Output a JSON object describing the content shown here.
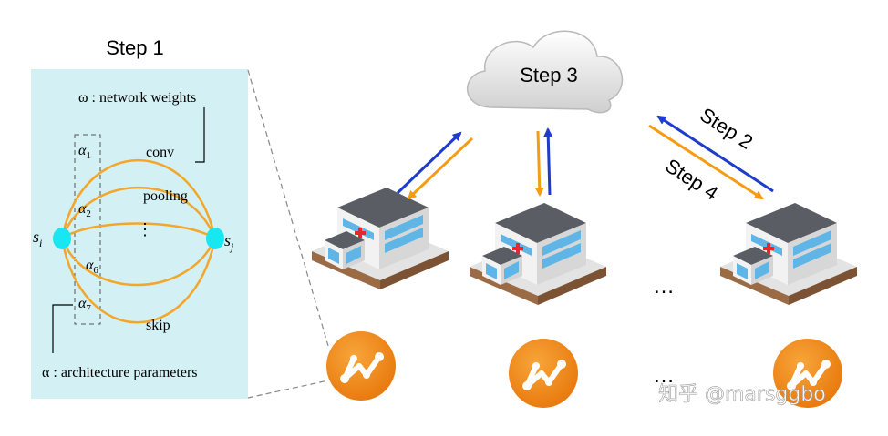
{
  "step1": {
    "title": "Step 1",
    "omega_label": "ω : network weights",
    "alpha_label": "α : architecture parameters",
    "node_left": "s",
    "node_left_sub": "i",
    "node_right": "s",
    "node_right_sub": "j",
    "alphas": [
      {
        "sym": "α",
        "sub": "1"
      },
      {
        "sym": "α",
        "sub": "2"
      },
      {
        "sym": "α",
        "sub": "6"
      },
      {
        "sym": "α",
        "sub": "7"
      }
    ],
    "ops": [
      "conv",
      "pooling",
      "⋮",
      "skip"
    ]
  },
  "cloud_label": "Step 3",
  "arrow_labels": [
    "Step 2",
    "Step 4"
  ],
  "ellipsis": [
    "…",
    "…"
  ],
  "watermark": "知乎 @marsggbo",
  "colors": {
    "panel_bg": "#d3f0f4",
    "node": "#18e6f0",
    "edge": "#f3a62a",
    "upload_arrow": "#1d3cc9",
    "download_arrow": "#f39c14",
    "badge": "#f28b1a"
  },
  "icons": [
    "hospital-icon",
    "network-logo-icon",
    "cloud-icon"
  ]
}
